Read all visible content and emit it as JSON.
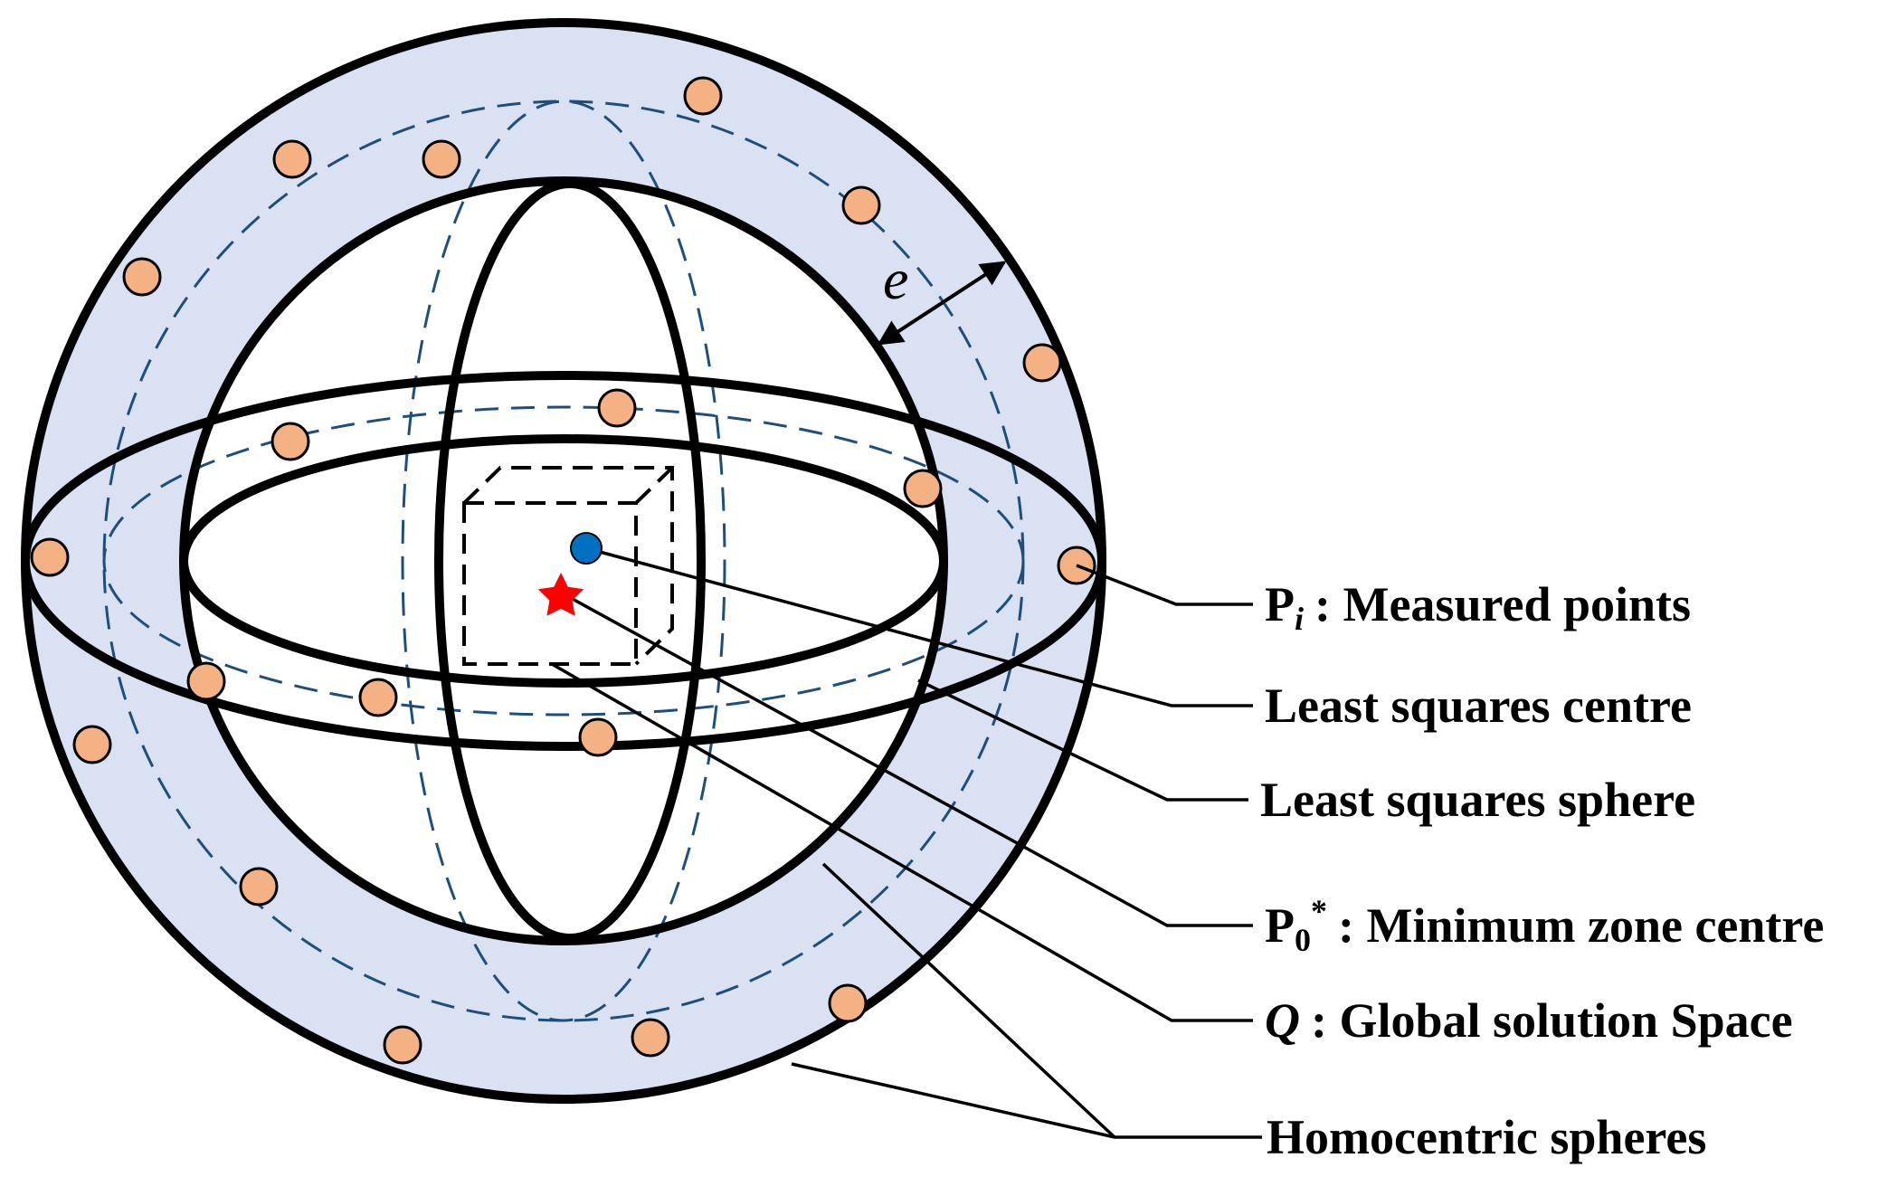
{
  "colors": {
    "shell": "#d9e1f2",
    "point_fill": "#f4b183",
    "dashed": "#1f4e79",
    "ls_centre": "#0070c0",
    "mz_centre": "#ff0000",
    "stroke": "#000000"
  },
  "dimension": {
    "symbol": "e"
  },
  "labels": {
    "measured_points": {
      "sym": "P",
      "sub": "i",
      "text": ": Measured points"
    },
    "ls_centre": {
      "text": "Least squares centre"
    },
    "ls_sphere": {
      "text": "Least squares sphere"
    },
    "mz_centre": {
      "sym": "P",
      "sub": "0",
      "sup": "*",
      "text": ": Minimum zone centre"
    },
    "solution_space": {
      "sym": "Q",
      "text": ": Global solution Space"
    },
    "homocentric": {
      "text": "Homocentric spheres"
    }
  }
}
